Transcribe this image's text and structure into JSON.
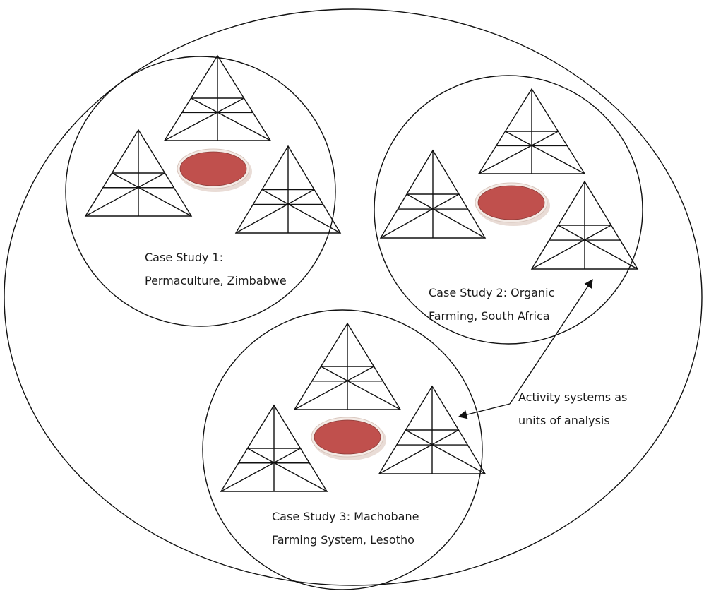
{
  "case_studies": [
    {
      "line1": "Case Study 1:",
      "line2": "Permaculture, Zimbabwe"
    },
    {
      "line1": "Case Study 2: Organic",
      "line2": "Farming, South Africa"
    },
    {
      "line1": "Case Study 3: Machobane",
      "line2": "Farming System, Lesotho"
    }
  ],
  "annotation": {
    "line1": "Activity systems as",
    "line2": "units of analysis"
  },
  "colors": {
    "center_disc": "#c0504d",
    "center_disc_edge": "#8c3a37",
    "lines": "#111111"
  }
}
